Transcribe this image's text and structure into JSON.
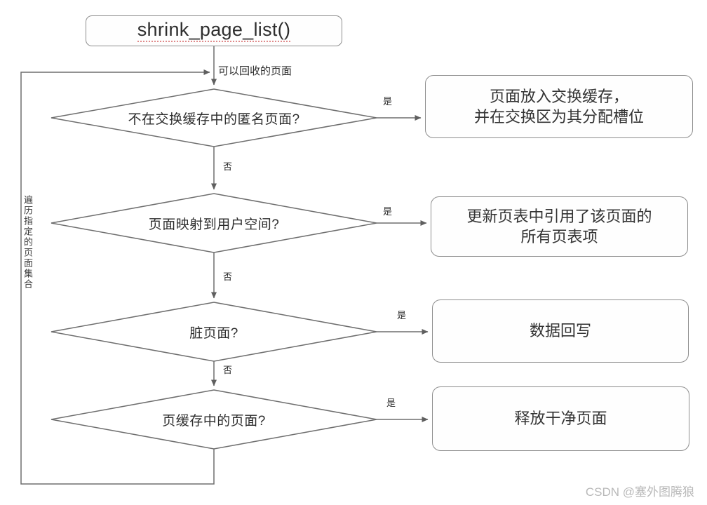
{
  "diagram": {
    "title": "shrink_page_list()",
    "background_color": "#ffffff",
    "line_color": "#6e6e6e",
    "box_border_color": "#8d8d8d",
    "title_underline_color": "#e08b8b"
  },
  "start": {
    "label": "shrink_page_list()"
  },
  "entry_edge": {
    "label": "可以回收的页面"
  },
  "loop": {
    "label": "遍历指定的页面集合"
  },
  "yes_label": "是",
  "no_label": "否",
  "decisions": [
    {
      "id": "anon-not-in-swapcache",
      "label": "不在交换缓存中的匿名页面?",
      "yes": "是",
      "no": "否"
    },
    {
      "id": "mapped-to-userspace",
      "label": "页面映射到用户空间?",
      "yes": "是",
      "no": "否"
    },
    {
      "id": "dirty-page",
      "label": "脏页面?",
      "yes": "是",
      "no": "否"
    },
    {
      "id": "in-page-cache",
      "label": "页缓存中的页面?",
      "yes": "是",
      "no": ""
    }
  ],
  "results": [
    {
      "id": "add-to-swapcache",
      "lines": [
        "页面放入交换缓存，",
        "并在交换区为其分配槽位"
      ]
    },
    {
      "id": "update-ptes",
      "lines": [
        "更新页表中引用了该页面的",
        "所有页表项"
      ]
    },
    {
      "id": "writeback",
      "lines": [
        "数据回写"
      ]
    },
    {
      "id": "free-clean-page",
      "lines": [
        "释放干净页面"
      ]
    }
  ],
  "watermark": {
    "text": "CSDN @塞外图腾狼"
  }
}
